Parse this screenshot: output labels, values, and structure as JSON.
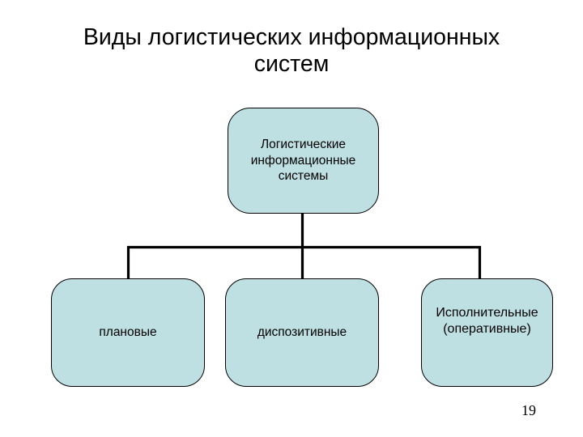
{
  "slide": {
    "title": "Виды логистических информационных\nсистем",
    "page_number": "19",
    "background_color": "#ffffff"
  },
  "diagram": {
    "type": "hierarchy-tree",
    "node_fill_color": "#bfe0e3",
    "node_border_color": "#000000",
    "connector_color": "#000000",
    "root": {
      "name": "logistics-information-systems",
      "label": "Логистические\nинформационные\nсистемы"
    },
    "children": [
      {
        "name": "planned",
        "label": "плановые"
      },
      {
        "name": "dispositive",
        "label": "диспозитивные"
      },
      {
        "name": "executive",
        "label": "Исполнительные\n(оперативные)"
      }
    ]
  }
}
